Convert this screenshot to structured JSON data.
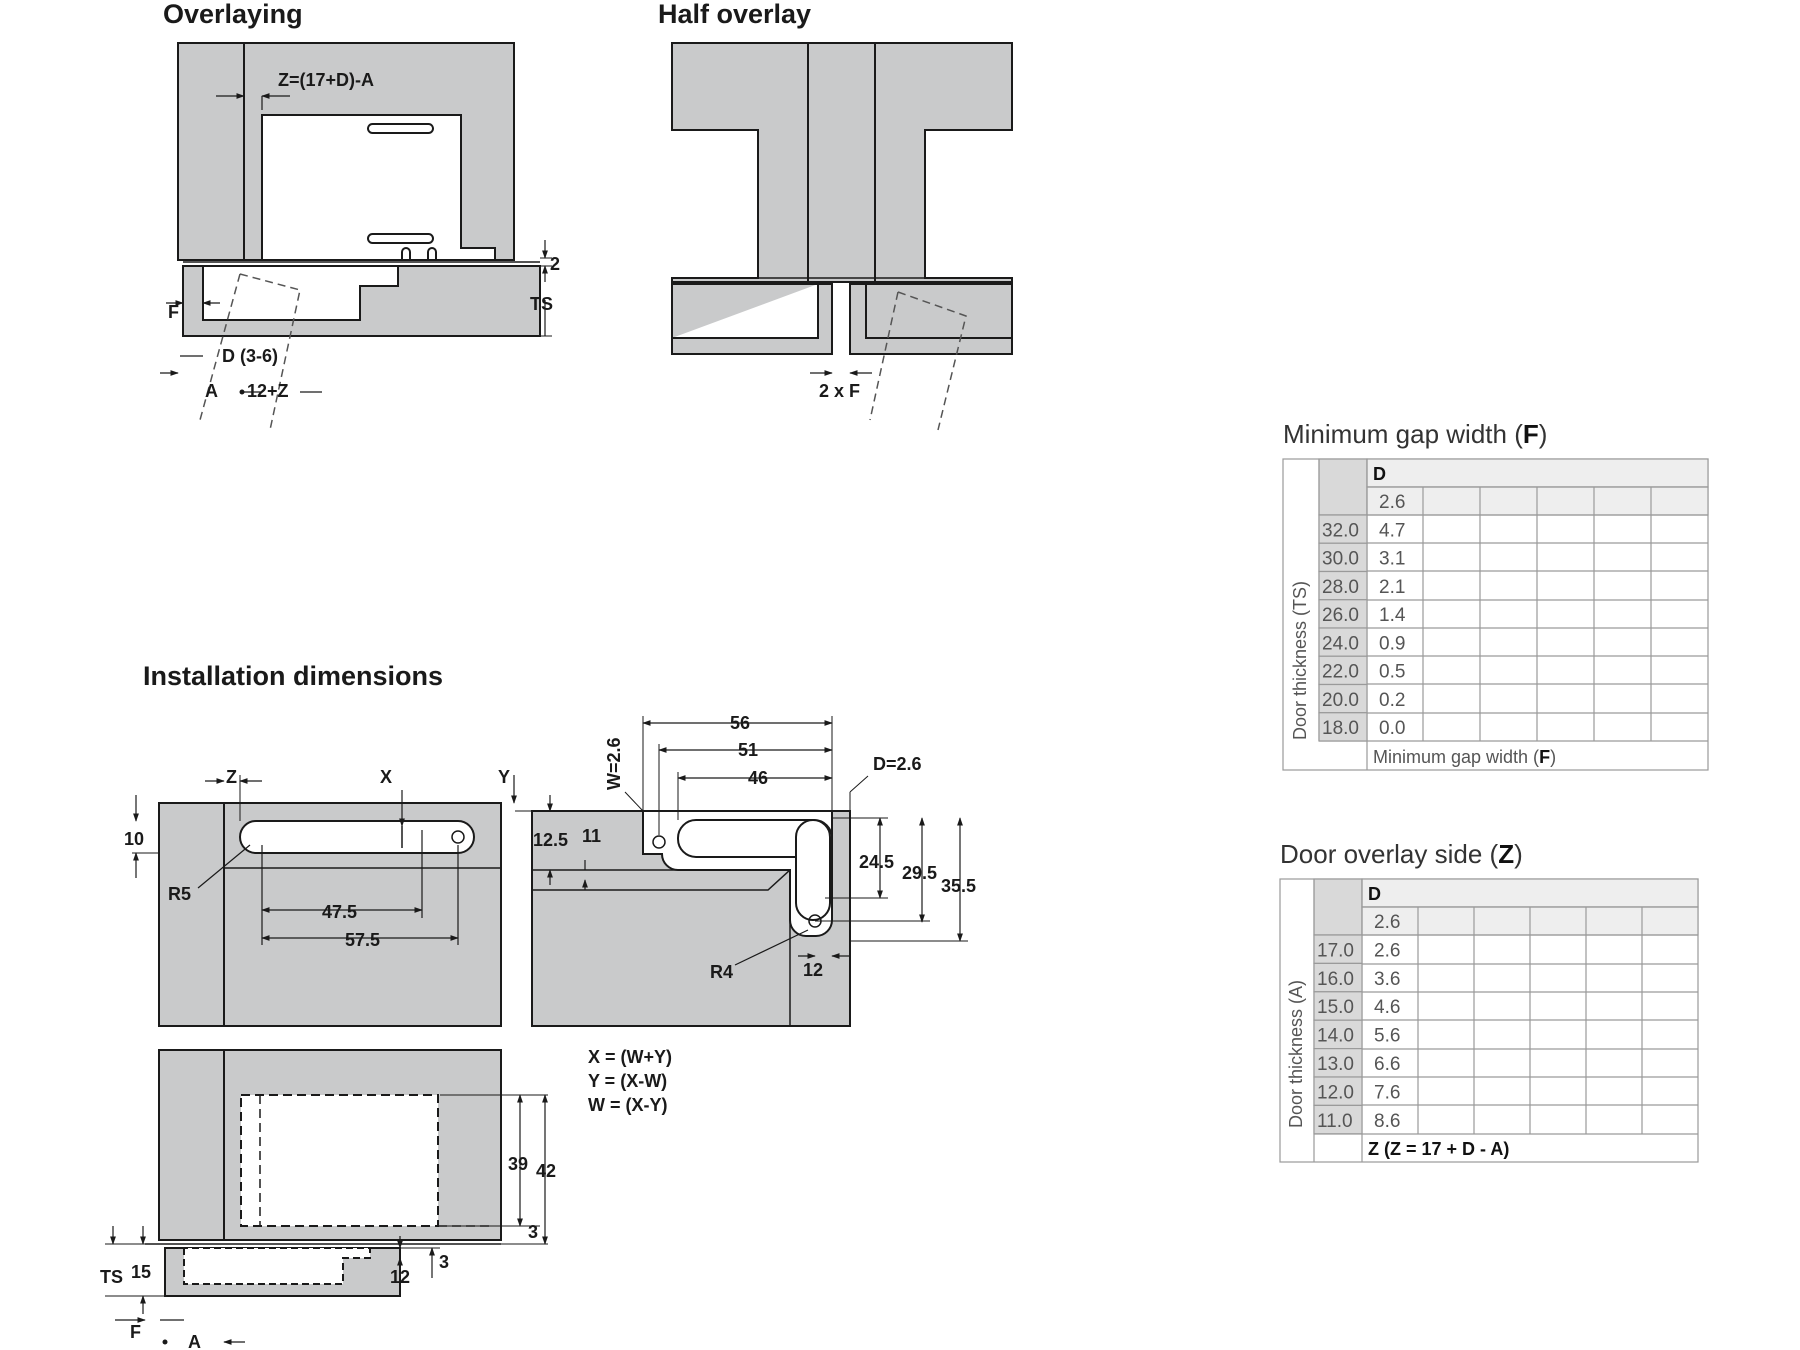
{
  "overlaying": {
    "title": "Overlaying",
    "labels": {
      "z_formula": "Z=(17+D)-A",
      "two": "2",
      "ts": "TS",
      "f": "F",
      "d_range": "D (3-6)",
      "a": "A",
      "twelve_z": "12+Z"
    }
  },
  "half_overlay": {
    "title": "Half overlay",
    "labels": {
      "two_f": "2 x F"
    }
  },
  "installation": {
    "title": "Installation dimensions",
    "labels": {
      "z": "Z",
      "x": "X",
      "y": "Y",
      "ten": "10",
      "r5": "R5",
      "d47_5": "47.5",
      "d57_5": "57.5",
      "w": "W=2.6",
      "d56": "56",
      "d51": "51",
      "d46": "46",
      "d_val": "D=2.6",
      "d12_5": "12.5",
      "d11": "11",
      "d24_5": "24.5",
      "d29_5": "29.5",
      "d35_5": "35.5",
      "r4": "R4",
      "d12": "12",
      "eq1": "X = (W+Y)",
      "eq2": "Y = (X-W)",
      "eq3": "W = (X-Y)",
      "d39": "39",
      "d42": "42",
      "d3a": "3",
      "d3b": "3",
      "d12b": "12",
      "ts": "TS",
      "d15": "15",
      "f": "F",
      "a": "A"
    }
  },
  "table_f": {
    "title_pre": "Minimum gap width (",
    "title_bold": "F",
    "title_post": ")",
    "col_header": "D",
    "d_values": [
      "2.6"
    ],
    "row_axis_label": "Door thickness (TS)",
    "rows": [
      {
        "key": "32.0",
        "value": "4.7"
      },
      {
        "key": "30.0",
        "value": "3.1"
      },
      {
        "key": "28.0",
        "value": "2.1"
      },
      {
        "key": "26.0",
        "value": "1.4"
      },
      {
        "key": "24.0",
        "value": "0.9"
      },
      {
        "key": "22.0",
        "value": "0.5"
      },
      {
        "key": "20.0",
        "value": "0.2"
      },
      {
        "key": "18.0",
        "value": "0.0"
      }
    ],
    "footer_pre": "Minimum gap width (",
    "footer_bold": "F",
    "footer_post": ")"
  },
  "table_z": {
    "title_pre": "Door overlay side (",
    "title_bold": "Z",
    "title_post": ")",
    "col_header": "D",
    "d_values": [
      "2.6"
    ],
    "row_axis_label": "Door thickness (A)",
    "rows": [
      {
        "key": "17.0",
        "value": "2.6"
      },
      {
        "key": "16.0",
        "value": "3.6"
      },
      {
        "key": "15.0",
        "value": "4.6"
      },
      {
        "key": "14.0",
        "value": "5.6"
      },
      {
        "key": "13.0",
        "value": "6.6"
      },
      {
        "key": "12.0",
        "value": "7.6"
      },
      {
        "key": "11.0",
        "value": "8.6"
      }
    ],
    "footer": "Z (Z = 17 + D - A)"
  }
}
